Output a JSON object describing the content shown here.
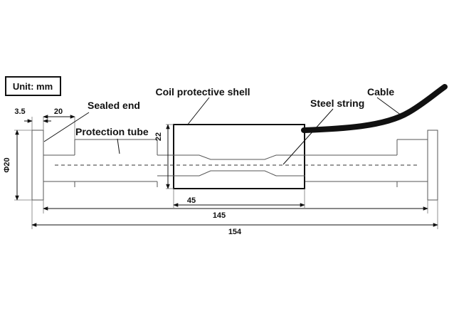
{
  "unit_label": "Unit: mm",
  "callouts": {
    "coil_shell": "Coil protective shell",
    "sealed_end": "Sealed end",
    "protection_tube": "Protection tube",
    "steel_string": "Steel string",
    "cable": "Cable"
  },
  "dimensions": {
    "end_thickness": "3.5",
    "end_offset": "20",
    "diameter": "Φ20",
    "shell_height": "22",
    "shell_length": "45",
    "inner_length": "145",
    "total_length": "154"
  }
}
